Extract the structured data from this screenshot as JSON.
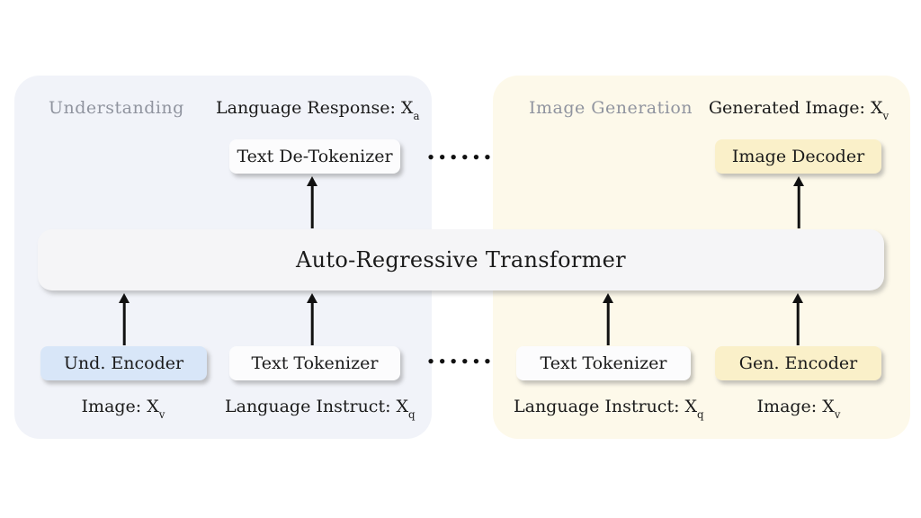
{
  "diagram": {
    "transformer_label": "Auto-Regressive Transformer",
    "dots": "••••••",
    "colors": {
      "panel_left": "#f1f3f9",
      "panel_right": "#fdf9ea",
      "bar": "#f5f5f7",
      "box_white": "#fcfcfd",
      "box_blue": "#d8e6f8",
      "box_yellow": "#faf0c9",
      "section_label": "#90949f",
      "text": "#1a1a1a",
      "arrow": "#111111"
    },
    "left_panel": {
      "section_label": "Understanding",
      "top_caption": {
        "text": "Language Response: X",
        "sub": "a"
      },
      "top_box": "Text De-Tokenizer",
      "bottom_boxes": [
        {
          "label": "Und. Encoder",
          "caption": {
            "text": "Image: X",
            "sub": "v"
          }
        },
        {
          "label": "Text Tokenizer",
          "caption": {
            "text": "Language Instruct: X",
            "sub": "q"
          }
        }
      ]
    },
    "right_panel": {
      "section_label": "Image Generation",
      "top_caption": {
        "text": "Generated Image: X",
        "sub": "v"
      },
      "top_box": "Image Decoder",
      "bottom_boxes": [
        {
          "label": "Text Tokenizer",
          "caption": {
            "text": "Language Instruct: X",
            "sub": "q"
          }
        },
        {
          "label": "Gen. Encoder",
          "caption": {
            "text": "Image: X",
            "sub": "v"
          }
        }
      ]
    }
  }
}
